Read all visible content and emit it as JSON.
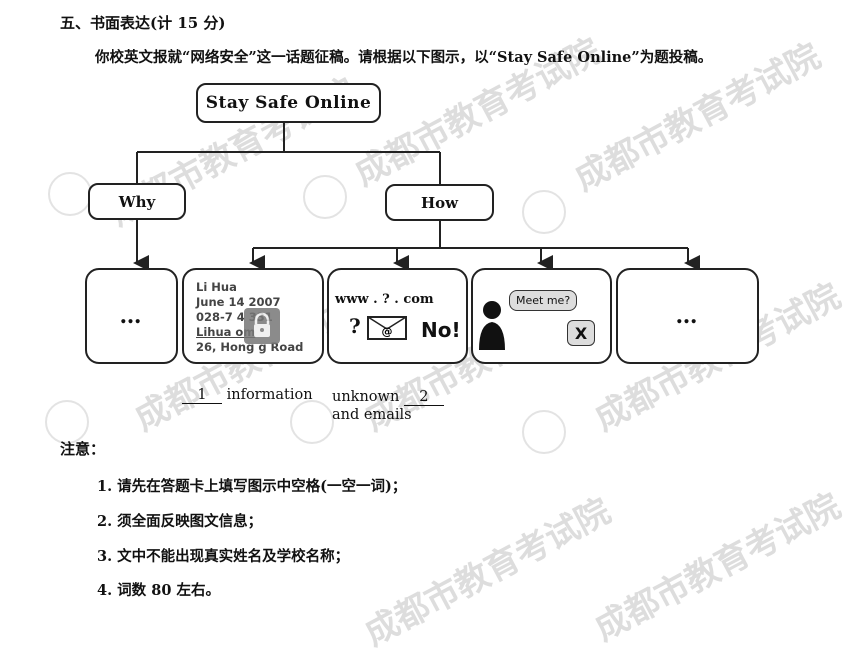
{
  "section": {
    "title": "五、书面表达(计 15 分)"
  },
  "instruction": "你校英文报就“网络安全”这一话题征稿。请根据以下图示，以“Stay Safe Online”为题投稿。",
  "diagram": {
    "title": "Stay Safe Online",
    "why_label": "Why",
    "how_label": "How",
    "dots": "…",
    "card_id": {
      "line1": "Li Hua",
      "line2": "June 14 2007",
      "line3": "028-7 4  331",
      "line4": "Lihua     om",
      "line5": "26, Hong   g Road"
    },
    "card_web": {
      "url": "www . ? . com",
      "q": "?",
      "no": "No!"
    },
    "card_meet": {
      "bubble": "Meet me?",
      "x": "X"
    },
    "blank1": {
      "number": "1",
      "text": "information"
    },
    "blank2": {
      "prefix": "unknown",
      "number": "2",
      "line2": "and emails"
    }
  },
  "watermark": "成都市教育考试院",
  "notes": {
    "heading": "注意：",
    "items": [
      "1. 请先在答题卡上填写图示中空格(一空一词)；",
      "2. 须全面反映图文信息；",
      "3. 文中不能出现真实姓名及学校名称；",
      "4. 词数 80 左右。"
    ]
  }
}
